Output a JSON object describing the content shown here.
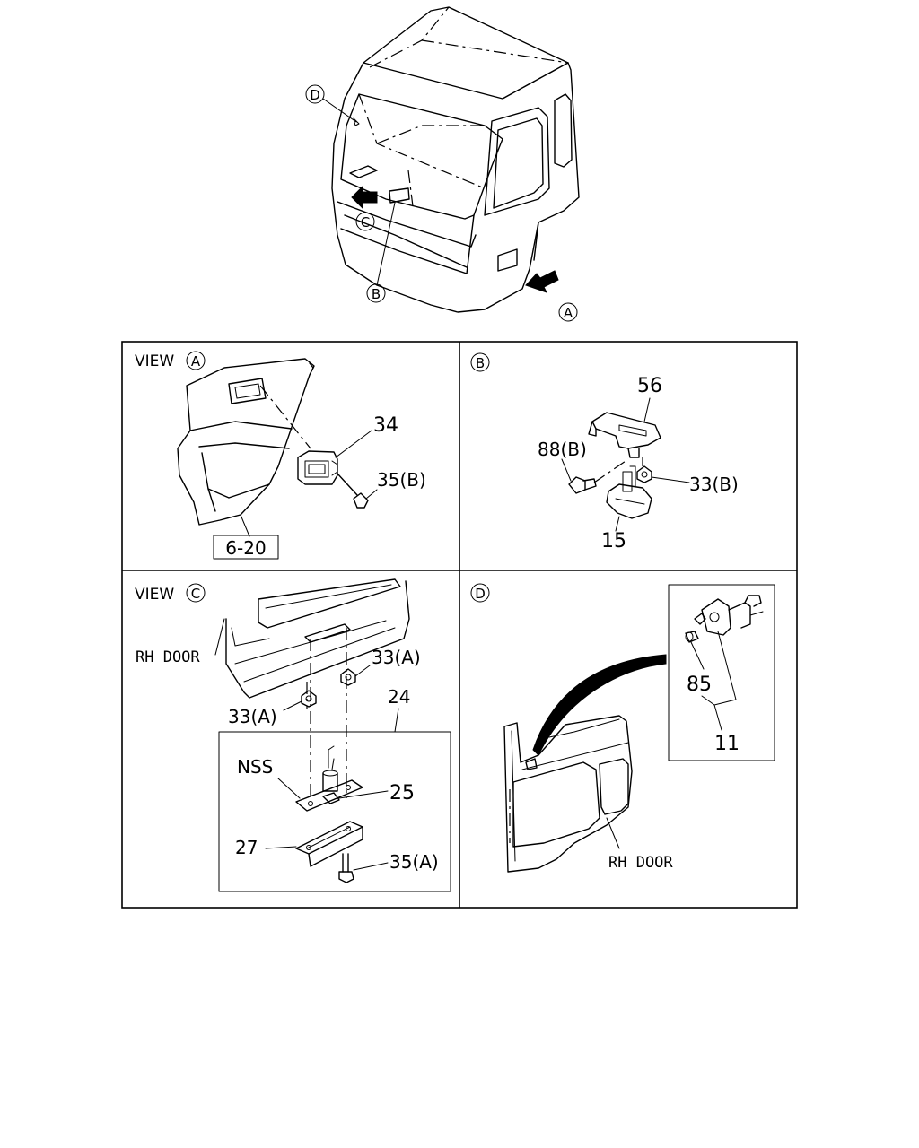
{
  "callouts": {
    "A": "A",
    "B": "B",
    "C": "C",
    "D": "D"
  },
  "panels": {
    "view_a": {
      "title_prefix": "VIEW",
      "title_letter": "A",
      "labels": {
        "part_34": "34",
        "part_35b": "35(B)",
        "ref": "6-20"
      }
    },
    "view_b": {
      "title_letter": "B",
      "labels": {
        "part_56": "56",
        "part_88b": "88(B)",
        "part_33b": "33(B)",
        "part_15": "15"
      }
    },
    "view_c": {
      "title_prefix": "VIEW",
      "title_letter": "C",
      "labels": {
        "rh_door": "RH DOOR",
        "part_33a_right": "33(A)",
        "part_33a_left": "33(A)",
        "part_24": "24",
        "nss": "NSS",
        "part_25": "25",
        "part_27": "27",
        "part_35a": "35(A)"
      }
    },
    "view_d": {
      "title_letter": "D",
      "labels": {
        "part_85": "85",
        "part_11": "11",
        "rh_door": "RH DOOR"
      }
    }
  }
}
